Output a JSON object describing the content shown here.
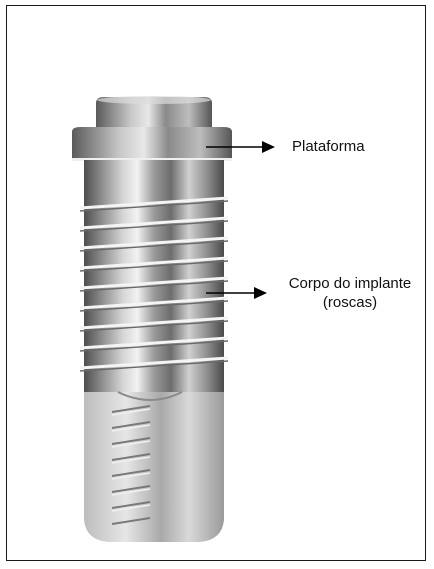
{
  "labels": {
    "platform": "Plataforma",
    "body_line1": "Corpo do implante",
    "body_line2": "(roscas)"
  },
  "colors": {
    "frame": "#1a1a1a",
    "metal_light": "#e4e4e4",
    "metal_mid": "#9a9a9a",
    "metal_dark": "#5a5a5a",
    "arrow": "#000000"
  },
  "icons": {
    "implant": "dental-implant-illustration",
    "arrow": "arrow-right-icon"
  }
}
